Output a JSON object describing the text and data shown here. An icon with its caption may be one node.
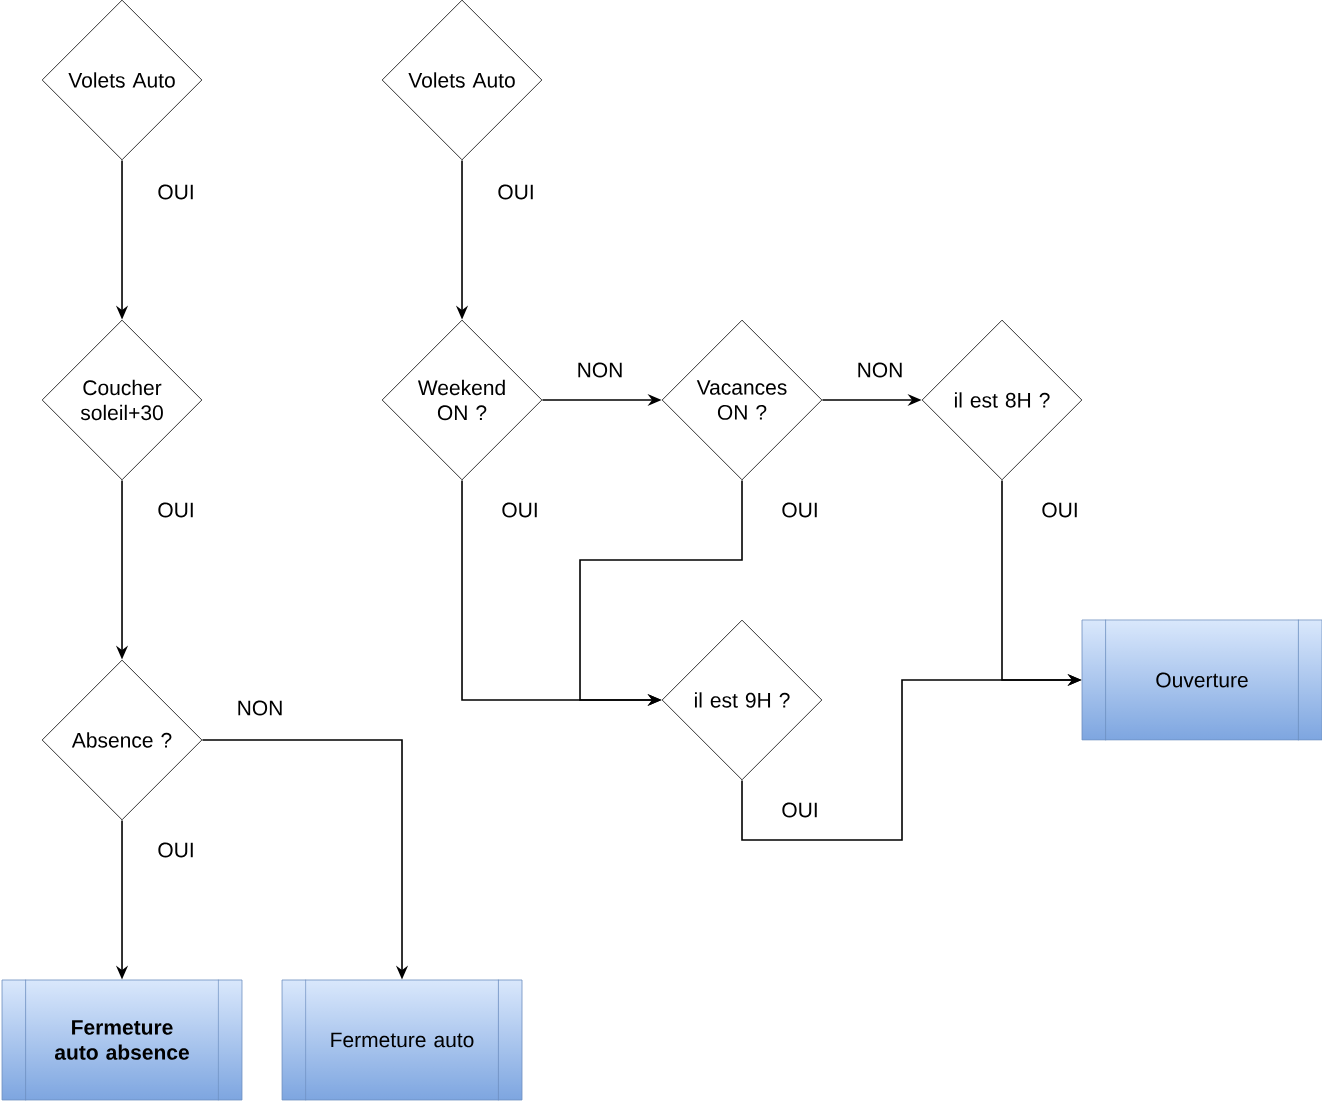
{
  "diagram": {
    "nodes": [
      {
        "text": [
          "Volets Auto"
        ]
      },
      {
        "text": [
          "Coucher soleil+30"
        ]
      },
      {
        "text": [
          "Absence ?"
        ]
      },
      {
        "text": [
          "Fermeture auto absence"
        ]
      },
      {
        "text": [
          "Fermeture auto"
        ]
      },
      {
        "text": [
          "Volets Auto"
        ]
      },
      {
        "text": [
          "Weekend ON ?"
        ]
      },
      {
        "text": [
          "Vacances ON ?"
        ]
      },
      {
        "text": [
          "il est 8H ?"
        ]
      },
      {
        "text": [
          "il est 9H ?"
        ]
      },
      {
        "text": [
          "Ouverture"
        ]
      }
    ],
    "edges": [
      {
        "from": 0,
        "to": 1,
        "arrow": "to",
        "label": "OUI"
      },
      {
        "from": 1,
        "to": 2,
        "arrow": "to",
        "label": "OUI"
      },
      {
        "from": 2,
        "to": 3,
        "arrow": "to",
        "label": "OUI"
      },
      {
        "from": 2,
        "to": 4,
        "arrow": "to",
        "label": "NON"
      },
      {
        "from": 5,
        "to": 6,
        "arrow": "to",
        "label": "OUI"
      },
      {
        "from": 6,
        "to": 7,
        "arrow": "to",
        "label": "NON"
      },
      {
        "from": 7,
        "to": 8,
        "arrow": "to",
        "label": "NON"
      },
      {
        "from": 6,
        "to": 9,
        "arrow": "to",
        "label": "OUI"
      },
      {
        "from": 7,
        "to": 9,
        "arrow": "to",
        "label": "OUI"
      },
      {
        "from": 8,
        "to": 10,
        "arrow": "to",
        "label": "OUI"
      },
      {
        "from": 9,
        "to": 10,
        "arrow": "to",
        "label": "OUI"
      }
    ]
  }
}
